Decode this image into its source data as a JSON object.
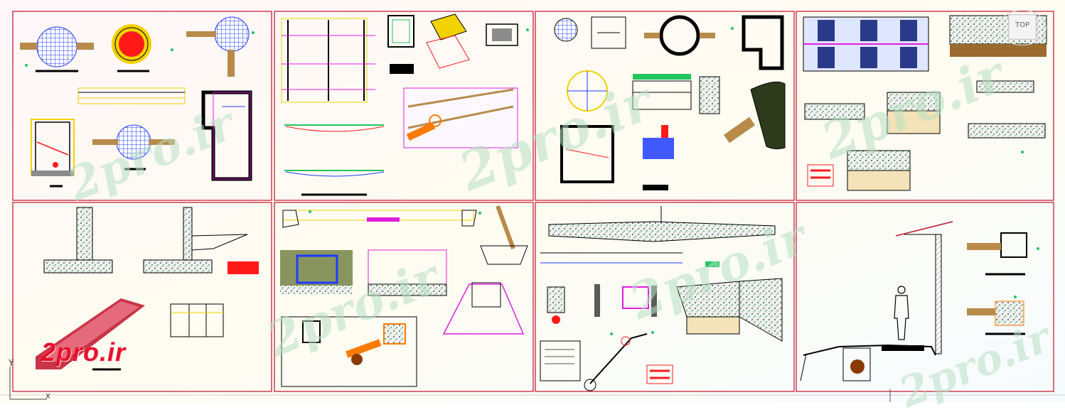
{
  "watermark": {
    "text": "2pro.ir",
    "color": "#b8e0c4"
  },
  "logo": {
    "text": "2pro.ir",
    "color": "#e8102c"
  },
  "nav_cube": {
    "label": "TOP"
  },
  "ucs": {
    "y_label": "Y",
    "x_label": "X"
  },
  "colors": {
    "frame": "#c0102a",
    "line_yellow": "#f2d200",
    "line_blue": "#1e3cff",
    "line_magenta": "#e11ce1",
    "line_red": "#ff1a1a",
    "line_green": "#22c55e",
    "line_cyan": "#18c8d8",
    "concrete": "#8c8c8c",
    "soil": "#b88b4a"
  },
  "sheets": [
    {
      "id": "sheet-1",
      "subject": "manhole-grid-details"
    },
    {
      "id": "sheet-2",
      "subject": "pipe-network-sections"
    },
    {
      "id": "sheet-3",
      "subject": "manhole-cover-details"
    },
    {
      "id": "sheet-4",
      "subject": "trench-and-pavement-layers"
    },
    {
      "id": "sheet-5",
      "subject": "retaining-wall-sections"
    },
    {
      "id": "sheet-6",
      "subject": "chamber-plans"
    },
    {
      "id": "sheet-7",
      "subject": "road-profile-and-valves"
    },
    {
      "id": "sheet-8",
      "subject": "sidewalk-with-human-scale"
    }
  ]
}
